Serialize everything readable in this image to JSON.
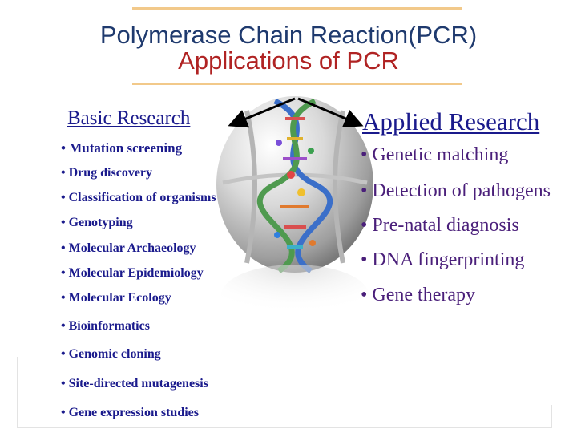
{
  "header": {
    "title": "Polymerase Chain Reaction(PCR)",
    "subtitle": "Applications of PCR"
  },
  "basic_research": {
    "heading": "Basic Research",
    "items": [
      "• Mutation screening",
      "• Drug discovery",
      "• Classification of organisms",
      "• Genotyping",
      "• Molecular Archaeology",
      "• Molecular Epidemiology",
      "• Molecular Ecology",
      "• Bioinformatics",
      "• Genomic cloning",
      "• Site-directed mutagenesis",
      "• Gene expression studies"
    ]
  },
  "applied_research": {
    "heading": "Applied Research",
    "items": [
      "• Genetic matching",
      "• Detection of pathogens",
      "• Pre-natal diagnosis",
      "• DNA fingerprinting",
      "• Gene therapy"
    ]
  },
  "colors": {
    "title": "#1f3a6e",
    "subtitle": "#b02323",
    "left_text": "#1a1a8c",
    "right_text": "#4a1f7a",
    "rule": "#f2c98a"
  }
}
